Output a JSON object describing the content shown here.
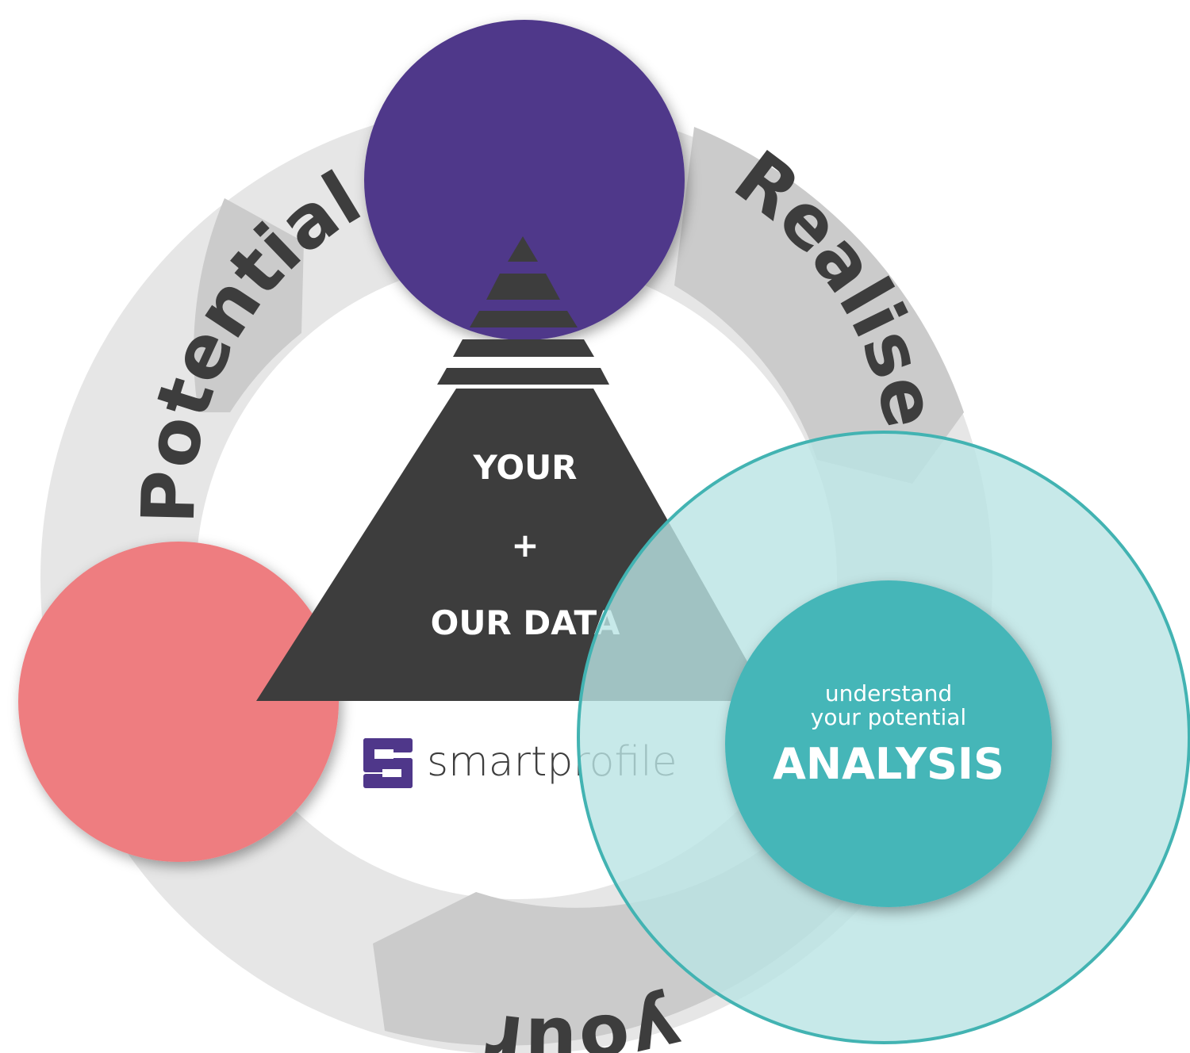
{
  "ring": {
    "words": [
      "Potential",
      "Realise",
      "your"
    ]
  },
  "triangle": {
    "line1": "YOUR",
    "line2": "+",
    "line3": "OUR DATA"
  },
  "analysis": {
    "sub1": "understand",
    "sub2": "your potential",
    "title": "ANALYSIS"
  },
  "brand": {
    "name": "smartprofile",
    "logo_icon": "smartprofile-logo-icon"
  },
  "colors": {
    "ring_light": "#e6e6e6",
    "ring_dark": "#cbcbcb",
    "purple": "#4f378a",
    "coral": "#ee7d80",
    "teal": "#45b6b8",
    "teal_outline": "#42b3b2",
    "teal_halo": "#b9e3e3",
    "triangle": "#3d3d3d"
  }
}
